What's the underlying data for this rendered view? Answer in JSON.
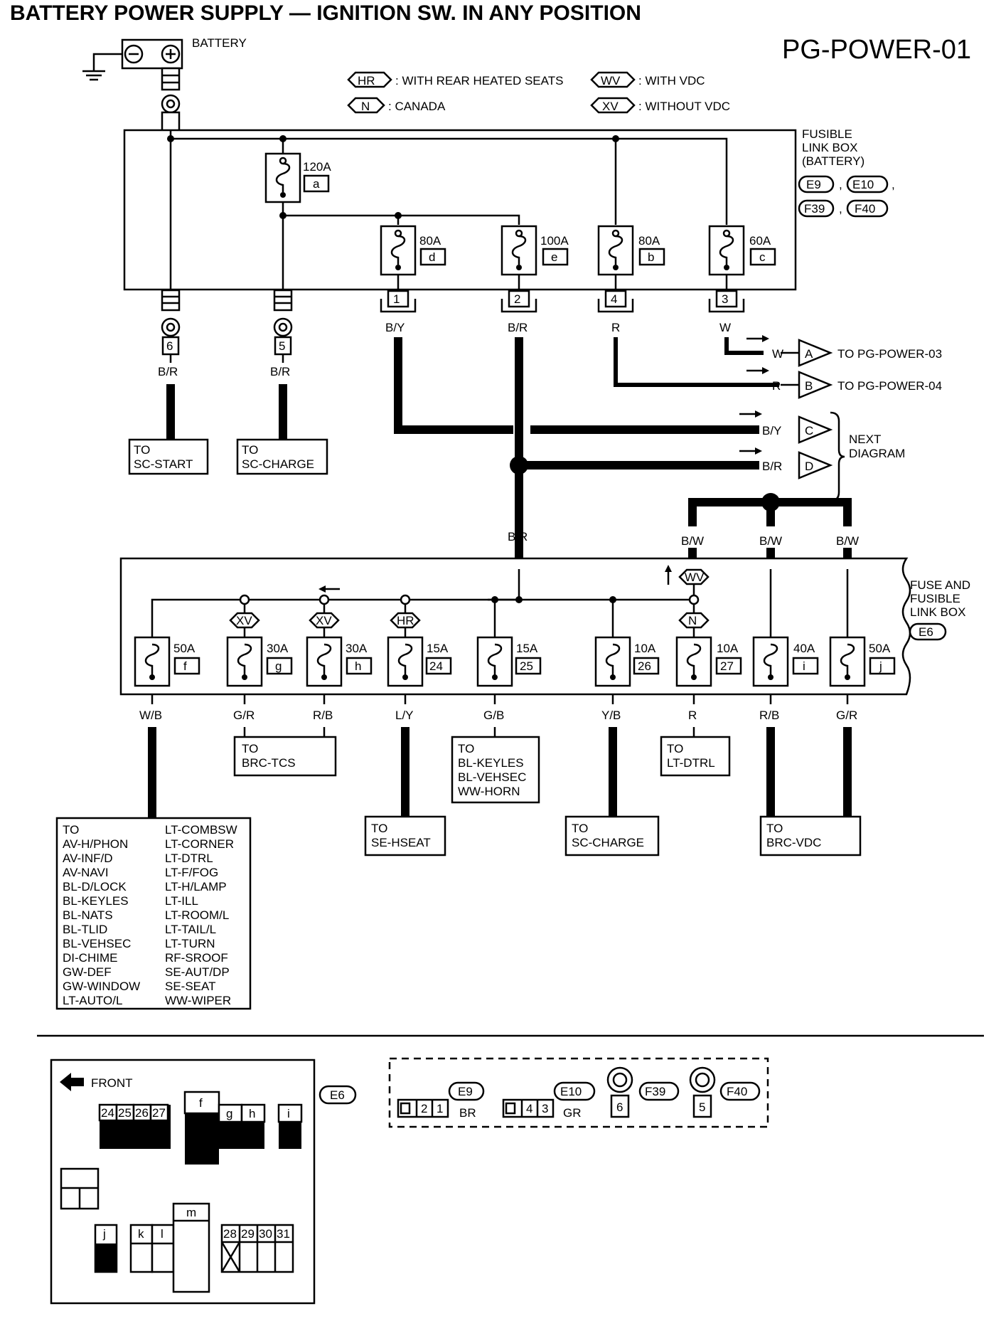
{
  "title": "BATTERY POWER SUPPLY — IGNITION SW. IN ANY POSITION",
  "code": "PG-POWER-01",
  "battery_label": "BATTERY",
  "legend": [
    {
      "tag": "HR",
      "text": ": WITH REAR HEATED SEATS"
    },
    {
      "tag": "N",
      "text": ": CANADA"
    },
    {
      "tag": "WV",
      "text": ": WITH VDC"
    },
    {
      "tag": "XV",
      "text": ": WITHOUT VDC"
    }
  ],
  "fusible_link_box": {
    "label_lines": [
      "FUSIBLE",
      "LINK BOX",
      "(BATTERY)"
    ],
    "connectors": [
      "E9",
      "E10",
      "F39",
      "F40"
    ],
    "links": [
      {
        "amp": "120A",
        "id": "a"
      },
      {
        "amp": "80A",
        "id": "d",
        "pin": "1",
        "wire": "B/Y"
      },
      {
        "amp": "100A",
        "id": "e",
        "pin": "2",
        "wire": "B/R"
      },
      {
        "amp": "80A",
        "id": "b",
        "pin": "4",
        "wire": "R"
      },
      {
        "amp": "60A",
        "id": "c",
        "pin": "3",
        "wire": "W"
      }
    ],
    "terminals": [
      {
        "num": "6",
        "wire": "B/R",
        "dest_lines": [
          "TO",
          "SC-START"
        ]
      },
      {
        "num": "5",
        "wire": "B/R",
        "dest_lines": [
          "TO",
          "SC-CHARGE"
        ]
      }
    ]
  },
  "offpage": [
    {
      "wire": "W",
      "tag": "A",
      "text": "TO PG-POWER-03"
    },
    {
      "wire": "R",
      "tag": "B",
      "text": "TO PG-POWER-04"
    },
    {
      "wire": "B/Y",
      "tag": "C",
      "text": ""
    },
    {
      "wire": "B/R",
      "tag": "D",
      "text": ""
    }
  ],
  "next_diagram": [
    "NEXT",
    "DIAGRAM"
  ],
  "feed_wires": {
    "br": "B/R",
    "bw": "B/W"
  },
  "fuse_box": {
    "label_lines": [
      "FUSE AND",
      "FUSIBLE",
      "LINK BOX"
    ],
    "connector": "E6",
    "option_tag": "WV",
    "fuses": [
      {
        "amp": "50A",
        "id": "f",
        "wire": "W/B",
        "tag": ""
      },
      {
        "amp": "30A",
        "id": "g",
        "wire": "G/R",
        "tag": "XV"
      },
      {
        "amp": "30A",
        "id": "h",
        "wire": "R/B",
        "tag": "XV"
      },
      {
        "amp": "15A",
        "id": "24",
        "wire": "L/Y",
        "tag": "HR"
      },
      {
        "amp": "15A",
        "id": "25",
        "wire": "G/B",
        "tag": ""
      },
      {
        "amp": "10A",
        "id": "26",
        "wire": "Y/B",
        "tag": ""
      },
      {
        "amp": "10A",
        "id": "27",
        "wire": "R",
        "tag": "N"
      },
      {
        "amp": "40A",
        "id": "i",
        "wire": "R/B",
        "tag": ""
      },
      {
        "amp": "50A",
        "id": "j",
        "wire": "G/R",
        "tag": ""
      }
    ]
  },
  "destinations": {
    "brc_tcs": [
      "TO",
      "BRC-TCS"
    ],
    "bl_group": [
      "TO",
      "BL-KEYLES",
      "BL-VEHSEC",
      "WW-HORN"
    ],
    "lt_dtrl": [
      "TO",
      "LT-DTRL"
    ],
    "se_hseat": [
      "TO",
      "SE-HSEAT"
    ],
    "sc_charge": [
      "TO",
      "SC-CHARGE"
    ],
    "brc_vdc": [
      "TO",
      "BRC-VDC"
    ],
    "big_list_left": [
      "TO",
      "AV-H/PHON",
      "AV-INF/D",
      "AV-NAVI",
      "BL-D/LOCK",
      "BL-KEYLES",
      "BL-NATS",
      "BL-TLID",
      "BL-VEHSEC",
      "DI-CHIME",
      "GW-DEF",
      "GW-WINDOW",
      "LT-AUTO/L"
    ],
    "big_list_right": [
      "LT-COMBSW",
      "LT-CORNER",
      "LT-DTRL",
      "LT-F/FOG",
      "LT-H/LAMP",
      "LT-ILL",
      "LT-ROOM/L",
      "LT-TAIL/L",
      "LT-TURN",
      "RF-SROOF",
      "SE-AUT/DP",
      "SE-SEAT",
      "WW-WIPER"
    ]
  },
  "connector_views": {
    "front_label": "FRONT",
    "e6_tag": "E6",
    "e6_cells_top": [
      "24",
      "25",
      "26",
      "27",
      "f",
      "g",
      "h",
      "i"
    ],
    "e6_cells_bottom": [
      "j",
      "k",
      "l",
      "m",
      "28",
      "29",
      "30",
      "31"
    ],
    "e9": {
      "tag": "E9",
      "pins": [
        "2",
        "1"
      ],
      "color": "BR"
    },
    "e10": {
      "tag": "E10",
      "pins": [
        "4",
        "3"
      ],
      "color": "GR"
    },
    "f39": {
      "tag": "F39",
      "num": "6"
    },
    "f40": {
      "tag": "F40",
      "num": "5"
    }
  }
}
